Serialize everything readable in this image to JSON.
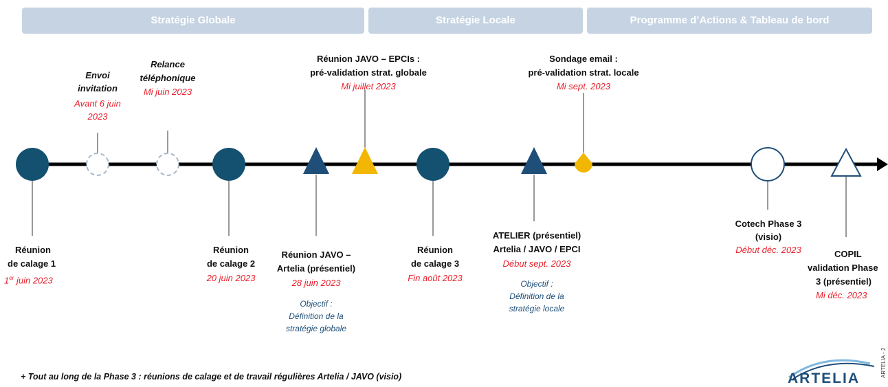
{
  "colors": {
    "navy": "#14506f",
    "yellow": "#f2b705",
    "red": "#e8222e",
    "blue_text": "#1f4e79",
    "phase_bg": "#c5d3e2",
    "dashed": "#a9b8cc"
  },
  "phases": [
    {
      "label": "Stratégie Globale"
    },
    {
      "label": "Stratégie Locale"
    },
    {
      "label": "Programme d’Actions & Tableau de bord"
    }
  ],
  "top_labels": {
    "envoi": {
      "title_1": "Envoi",
      "title_2": "invitation",
      "date_1": "Avant 6 juin",
      "date_2": "2023"
    },
    "relance": {
      "title_1": "Relance",
      "title_2": "téléphonique",
      "date": "Mi juin 2023"
    },
    "javo_epci": {
      "title_1": "Réunion JAVO – EPCIs :",
      "title_2": "pré-validation strat. globale",
      "date": "Mi juillet 2023"
    },
    "sondage": {
      "title_1": "Sondage email :",
      "title_2": "pré-validation strat. locale",
      "date": "Mi sept. 2023"
    }
  },
  "bottom_labels": {
    "calage1": {
      "title_1": "Réunion",
      "title_2": "de calage 1",
      "date_sup": "er",
      "date_rest": " juin 2023",
      "date_pre": "1"
    },
    "calage2": {
      "title_1": "Réunion",
      "title_2": "de calage 2",
      "date": "20 juin 2023"
    },
    "javo_artelia": {
      "title_1": "Réunion JAVO –",
      "title_2": "Artelia (présentiel)",
      "date": "28 juin 2023",
      "obj_1": "Objectif :",
      "obj_2": "Définition de la",
      "obj_3": "stratégie globale"
    },
    "calage3": {
      "title_1": "Réunion",
      "title_2": "de calage 3",
      "date": "Fin août 2023"
    },
    "atelier": {
      "title_1": "ATELIER (présentiel)",
      "title_2": "Artelia / JAVO / EPCI",
      "date": "Début sept. 2023",
      "obj_1": "Objectif :",
      "obj_2": "Définition de la",
      "obj_3": "stratégie locale"
    },
    "cotech": {
      "title_1": "Cotech Phase 3",
      "title_2": "(visio)",
      "date": "Début déc. 2023"
    },
    "copil": {
      "title_1": "COPIL",
      "title_2": "validation Phase",
      "title_3": "3 (présentiel)",
      "date": "Mi déc. 2023"
    }
  },
  "footer_note": "+ Tout au long de la Phase 3 : réunions de calage et de travail régulières  Artelia / JAVO (visio)",
  "logo_text": "ARTELIA",
  "side_text": "ARTELIA - 2"
}
